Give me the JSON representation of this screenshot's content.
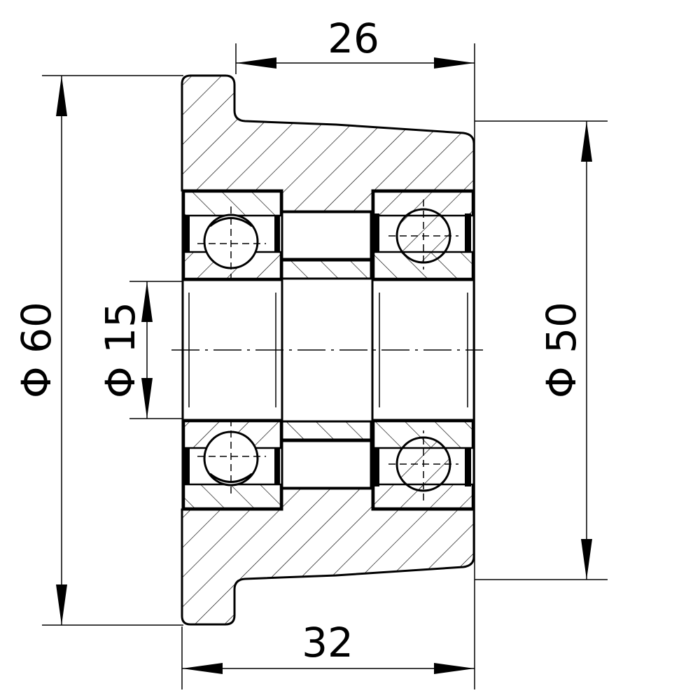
{
  "title": "Flanged roller with twin ball bearings – section view",
  "dimensions": {
    "top_width": "26",
    "bottom_width": "32",
    "outer_diameter": "Φ 60",
    "bore_diameter": "Φ 15",
    "body_diameter": "Φ 50"
  },
  "colors": {
    "line": "#000000",
    "background": "#ffffff"
  }
}
